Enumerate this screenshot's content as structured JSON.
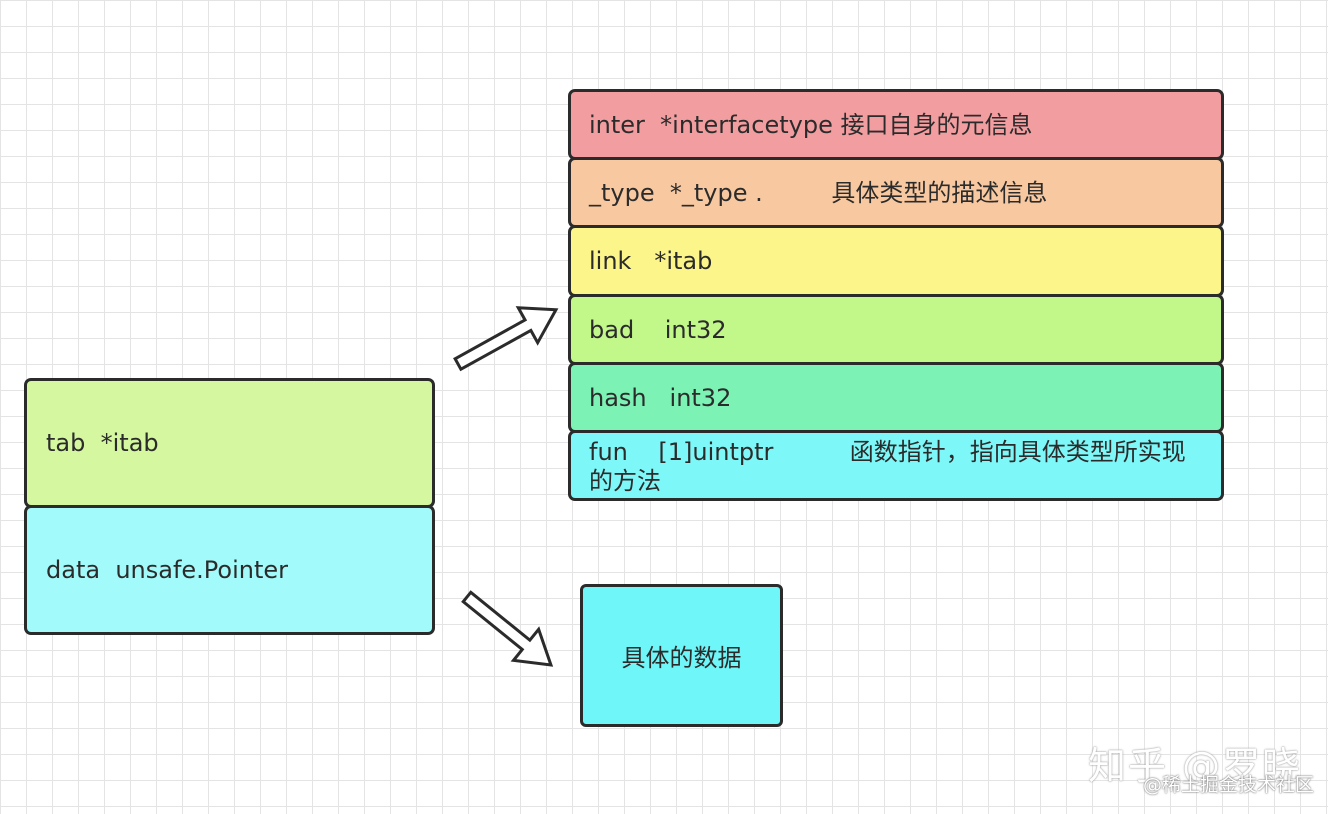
{
  "left_struct": {
    "tab_field": "tab  *itab",
    "data_field": "data  unsafe.Pointer"
  },
  "itab_struct": {
    "inter": "inter  *interfacetype 接口自身的元信息",
    "type": "_type  *_type .         具体类型的描述信息",
    "link": "link   *itab",
    "bad": "bad    int32",
    "hash": "hash   int32",
    "fun_decl": "fun    [1]uintptr",
    "fun_desc": "函数指针，指向具体类型所实现的方法"
  },
  "data_box": {
    "label": "具体的数据"
  },
  "watermarks": {
    "zhihu": "知乎 @罗晓",
    "juejin": "@稀土掘金技术社区"
  },
  "colors": {
    "tab": "#d4f7a0",
    "data": "#a3fafa",
    "inter": "#f29ea0",
    "type": "#f8c9a0",
    "link": "#fbf58a",
    "bad": "#c2f78a",
    "hash": "#7cf2b4",
    "fun": "#7ef7f8",
    "data_box": "#6ff6f9"
  }
}
